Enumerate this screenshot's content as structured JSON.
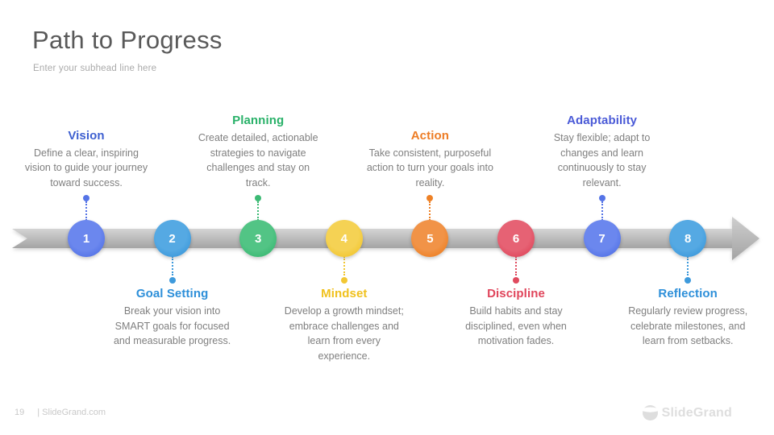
{
  "header": {
    "title": "Path to Progress",
    "subtitle": "Enter your subhead line here"
  },
  "steps": [
    {
      "number": "1",
      "title": "Vision",
      "label_position": "top",
      "description": "Define a clear, inspiring vision to guide your journey toward success.",
      "title_color": "#3d5fd0",
      "circle_color": "#5574e7",
      "circle_light": "#6b87ee"
    },
    {
      "number": "2",
      "title": "Goal Setting",
      "label_position": "bottom",
      "description": "Break your vision into SMART goals for focused and measurable progress.",
      "title_color": "#2d8fd9",
      "circle_color": "#3e9adc",
      "circle_light": "#55a9e3"
    },
    {
      "number": "3",
      "title": "Planning",
      "label_position": "top",
      "description": "Create detailed, actionable strategies to navigate challenges and stay on track.",
      "title_color": "#29b169",
      "circle_color": "#3cba74",
      "circle_light": "#52c485"
    },
    {
      "number": "4",
      "title": "Mindset",
      "label_position": "bottom",
      "description": "Develop a growth mindset; embrace challenges and learn from every experience.",
      "title_color": "#f0c11d",
      "circle_color": "#f2c733",
      "circle_light": "#f5d254"
    },
    {
      "number": "5",
      "title": "Action",
      "label_position": "top",
      "description": "Take consistent, purposeful action to turn your goals into reality.",
      "title_color": "#ed7c24",
      "circle_color": "#ee8126",
      "circle_light": "#f19347"
    },
    {
      "number": "6",
      "title": "Discipline",
      "label_position": "bottom",
      "description": "Build habits and stay disciplined, even when motivation fades.",
      "title_color": "#e0455b",
      "circle_color": "#e04a5e",
      "circle_light": "#e66274"
    },
    {
      "number": "7",
      "title": "Adaptability",
      "label_position": "top",
      "description": "Stay flexible; adapt to changes and learn continuously to stay relevant.",
      "title_color": "#4a5ad7",
      "circle_color": "#5574e7",
      "circle_light": "#6b87ee"
    },
    {
      "number": "8",
      "title": "Reflection",
      "label_position": "bottom",
      "description": "Regularly review progress, celebrate milestones, and learn from setbacks.",
      "title_color": "#2d8fd9",
      "circle_color": "#3e9adc",
      "circle_light": "#55a9e3"
    }
  ],
  "footer": {
    "page_number": "19",
    "site_label": "| SlideGrand.com",
    "brand_name": "SlideGrand"
  },
  "colors": {
    "bar_top": "#d4d4d4",
    "bar_bottom": "#a4a4a4",
    "title_gray": "#595959",
    "body_gray": "#7f7f7f"
  }
}
